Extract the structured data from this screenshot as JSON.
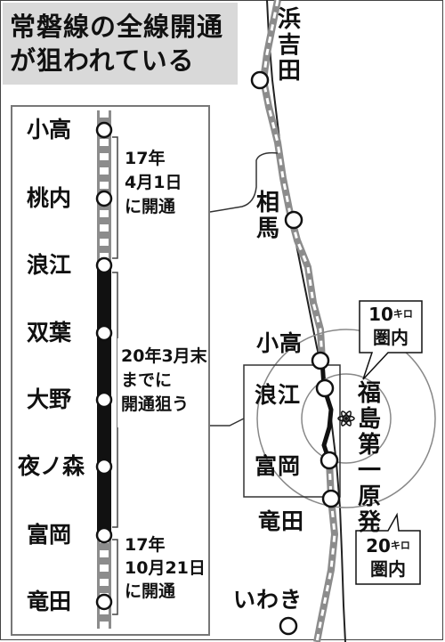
{
  "title": {
    "line1": "常磐線の全線開通",
    "line2": "が狙われている"
  },
  "detail": {
    "stations": [
      "小高",
      "桃内",
      "浪江",
      "双葉",
      "大野",
      "夜ノ森",
      "富岡",
      "竜田"
    ],
    "note_north": {
      "line1": "17年",
      "line2": "4月1日",
      "line3": "に開通"
    },
    "note_middle": {
      "line1": "20年3月末",
      "line2": "までに",
      "line3": "開通狙う"
    },
    "note_south": {
      "line1": "17年",
      "line2": "10月21日",
      "line3": "に開通"
    }
  },
  "map": {
    "stations": {
      "hamayoshida": [
        "浜",
        "吉",
        "田"
      ],
      "soma": [
        "相",
        "馬"
      ],
      "odaka": "小高",
      "namie": "浪江",
      "tomioka": "富岡",
      "tatsuta": "竜田",
      "iwaki": "いわき"
    },
    "plant": [
      "福",
      "島",
      "第",
      "一",
      "原",
      "発"
    ],
    "radius_10": {
      "value": "10",
      "unit": "キロ",
      "suffix": "圏内"
    },
    "radius_20": {
      "value": "20",
      "unit": "キロ",
      "suffix": "圏内"
    }
  },
  "colors": {
    "title_bg": "#d9d9d9",
    "rail_open": "#8c8c8c",
    "rail_closed": "#111111"
  }
}
